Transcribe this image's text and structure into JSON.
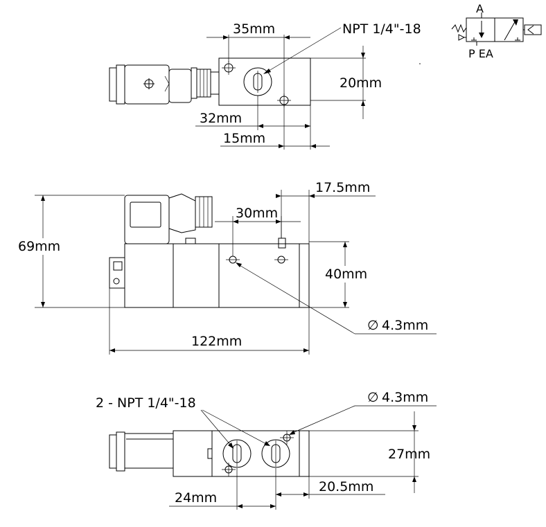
{
  "schematic": {
    "port_top": "A",
    "ports_bottom": "P EA"
  },
  "top_view": {
    "dim_width": "35mm",
    "thread_note": "NPT 1/4\"-18",
    "dim_height": "20mm",
    "dim_offset_a": "32mm",
    "dim_offset_b": "15mm"
  },
  "side_view": {
    "dim_edge": "17.5mm",
    "dim_hole_spacing": "30mm",
    "dim_overall_height": "69mm",
    "dim_body_height": "40mm",
    "hole_note": "4.3mm",
    "dim_overall_length": "122mm"
  },
  "bottom_view": {
    "thread_note": "2 - NPT 1/4\"-18",
    "hole_note": "4.3mm",
    "dim_height": "27mm",
    "dim_port_spacing": "24mm",
    "dim_edge": "20.5mm"
  },
  "diameter_symbol": "∅"
}
